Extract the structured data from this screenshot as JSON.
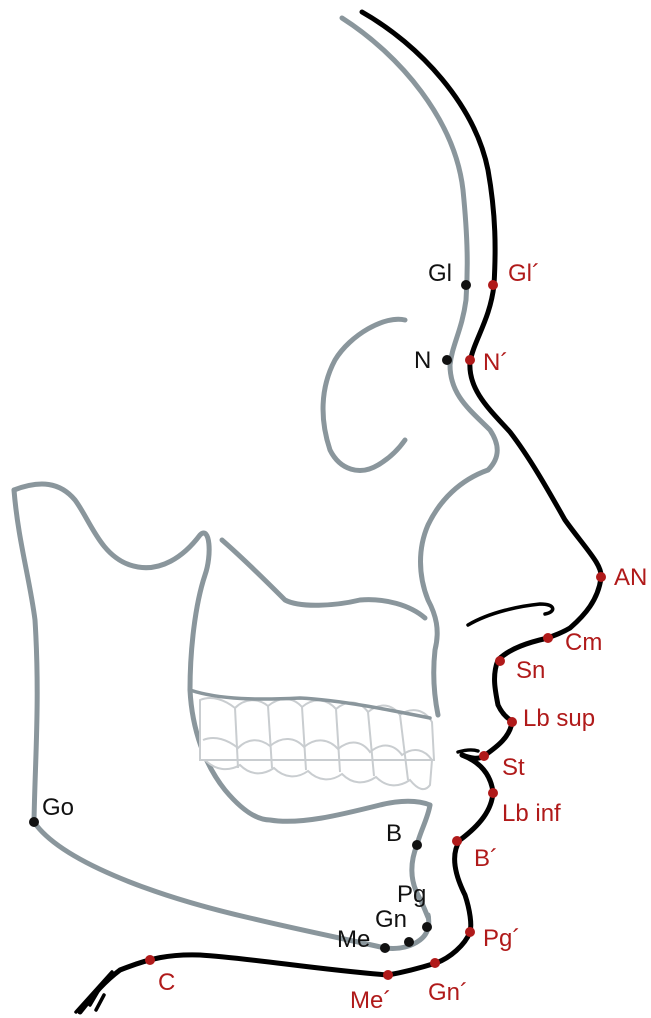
{
  "colors": {
    "bone_outline": "#8a969c",
    "soft_tissue_outline": "#000000",
    "bone_point": "#111111",
    "soft_tissue_point": "#b01a1a",
    "teeth_outline": "#c9cdd0"
  },
  "bone_landmarks": {
    "gl": "Gl",
    "n": "N",
    "go": "Go",
    "b": "B",
    "pg": "Pg",
    "gn": "Gn",
    "me": "Me"
  },
  "soft_tissue_landmarks": {
    "gl_prime": "Gl´",
    "n_prime": "N´",
    "an": "AN",
    "cm": "Cm",
    "sn": "Sn",
    "lb_sup": "Lb sup",
    "st": "St",
    "lb_inf": "Lb inf",
    "b_prime": "B´",
    "pg_prime": "Pg´",
    "gn_prime": "Gn´",
    "me_prime": "Me´",
    "c": "C"
  }
}
